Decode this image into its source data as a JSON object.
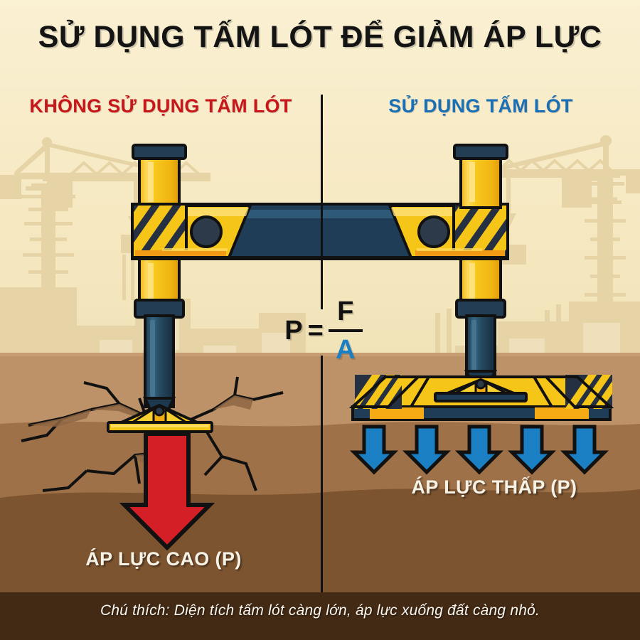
{
  "title": "SỬ DỤNG TẤM LÓT ĐỂ GIẢM ÁP LỰC",
  "panels": {
    "left": {
      "heading": "KHÔNG SỬ DỤNG TẤM LÓT",
      "heading_color": "#c8171a",
      "soil_label": "ÁP LỰC CAO (P)"
    },
    "right": {
      "heading": "SỬ DỤNG TẤM LÓT",
      "heading_color": "#1b6fb5",
      "soil_label": "ÁP LỰC THẤP (P)"
    }
  },
  "formula": {
    "p": "P",
    "eq": "=",
    "numerator": "F",
    "denominator": "A",
    "denominator_color": "#1b7fc4"
  },
  "caption": "Chú thích: Diện tích tấm lót càng lớn, áp lực xuống đất càng nhỏ.",
  "colors": {
    "background": "#f8edcb",
    "silhouette": "#e3cfa0",
    "machine_yellow": "#f5c517",
    "machine_yellow_dark": "#e8a513",
    "machine_navy": "#1f3d56",
    "machine_navy_light": "#2e5a78",
    "outline": "#111111",
    "arrow_red": "#d41f26",
    "arrow_blue": "#1b7fc4",
    "soil_top": "#bd9268",
    "soil_mid": "#9e7148",
    "soil_deep": "#7d5430",
    "soil_band": "#432a15"
  },
  "icons": {
    "red_arrow": "down-arrow-red-icon",
    "blue_arrows": "down-arrow-blue-icon",
    "crane": "tower-crane-silhouette-icon",
    "crack": "ground-crack-icon",
    "outrigger_pad": "outrigger-pad-icon",
    "outrigger_foot": "outrigger-foot-icon",
    "hydraulic_cylinder": "hydraulic-cylinder-icon",
    "beam": "machine-beam-icon"
  },
  "blue_arrow_count": 5
}
